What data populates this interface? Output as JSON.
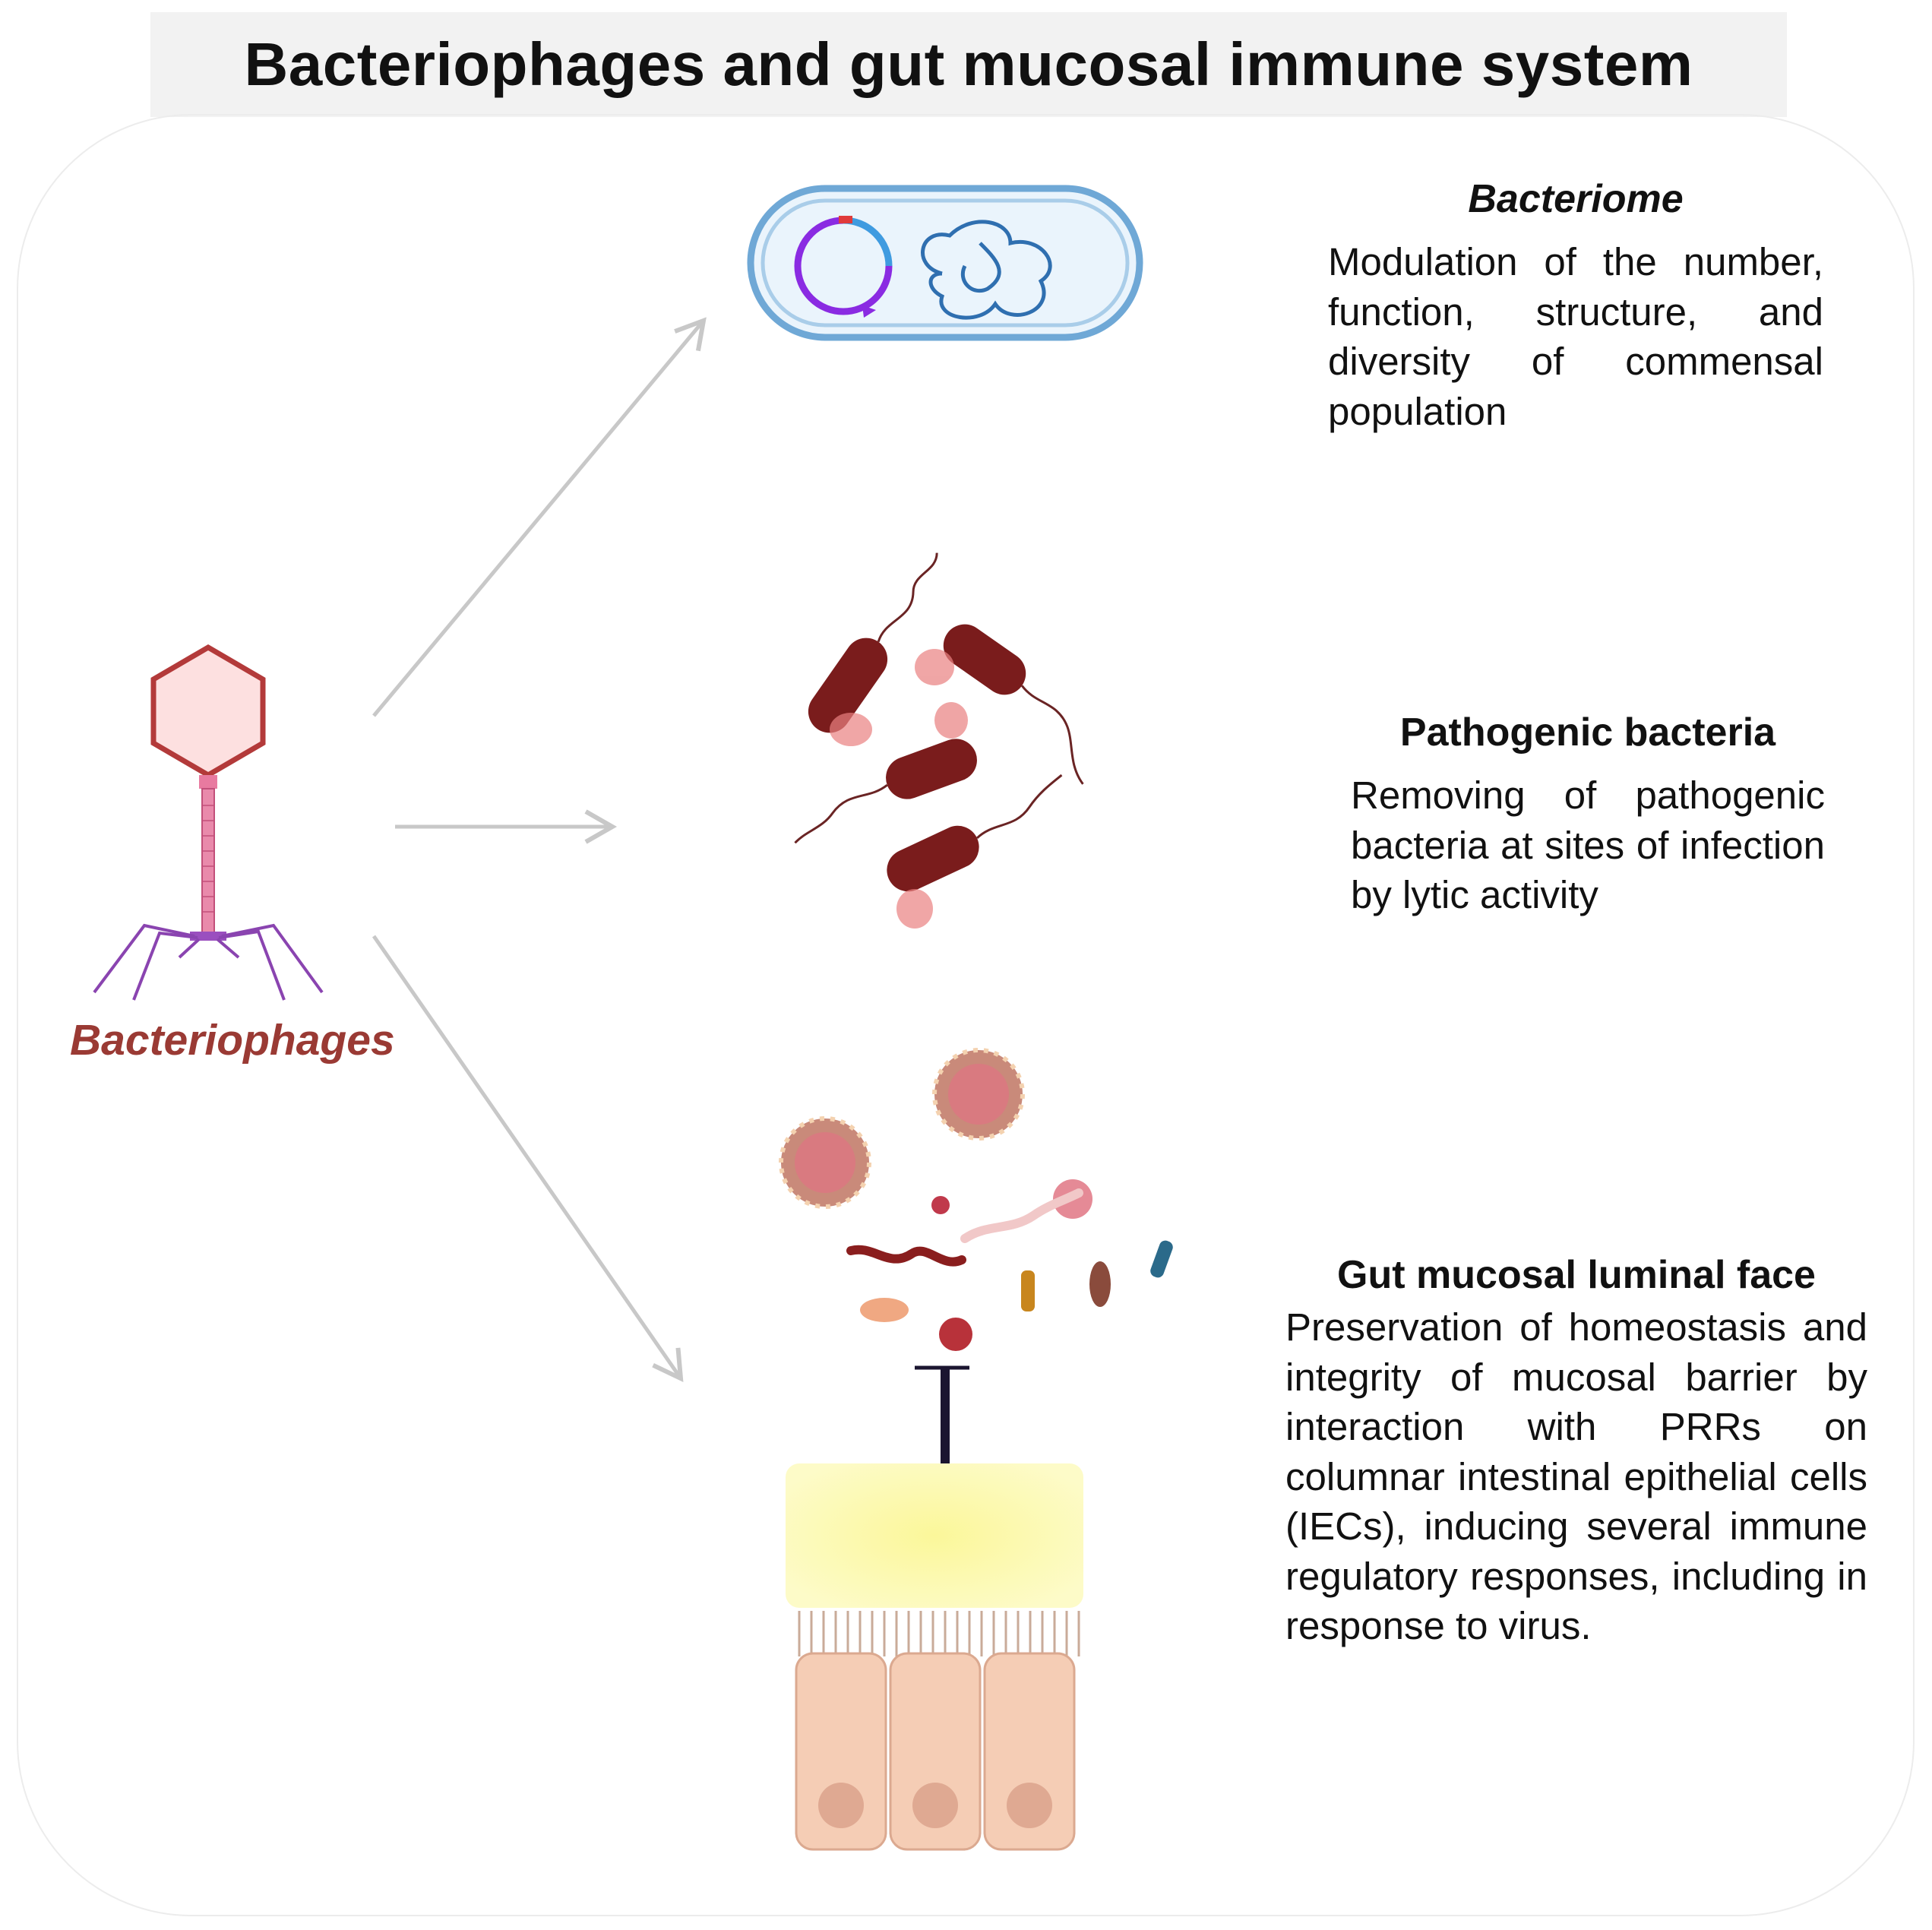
{
  "title": "Bacteriophages and gut mucosal immune system",
  "phage_label": "Bacteriophages",
  "blocks": {
    "bacteriome": {
      "heading": "Bacteriome",
      "text": "Modulation of the number, function, structure, and diversity of commensal population"
    },
    "pathogenic": {
      "heading": "Pathogenic bacteria",
      "text": "Removing of pathogenic bacteria at sites of infection by lytic activity"
    },
    "mucosal": {
      "heading": "Gut mucosal luminal face",
      "text": "Preservation of homeostasis and integrity of mucosal barrier by interaction with PRRs on columnar intestinal epithelial cells (IECs), inducing several immune regulatory responses, including in response to virus."
    }
  },
  "colors": {
    "phage_label": "#9a3a34",
    "bacteria": "#7a1c1c",
    "mucus": "#fbf7a8",
    "epithelial_cell": "#f5cdb5",
    "arrow": "#c8c8c8"
  }
}
